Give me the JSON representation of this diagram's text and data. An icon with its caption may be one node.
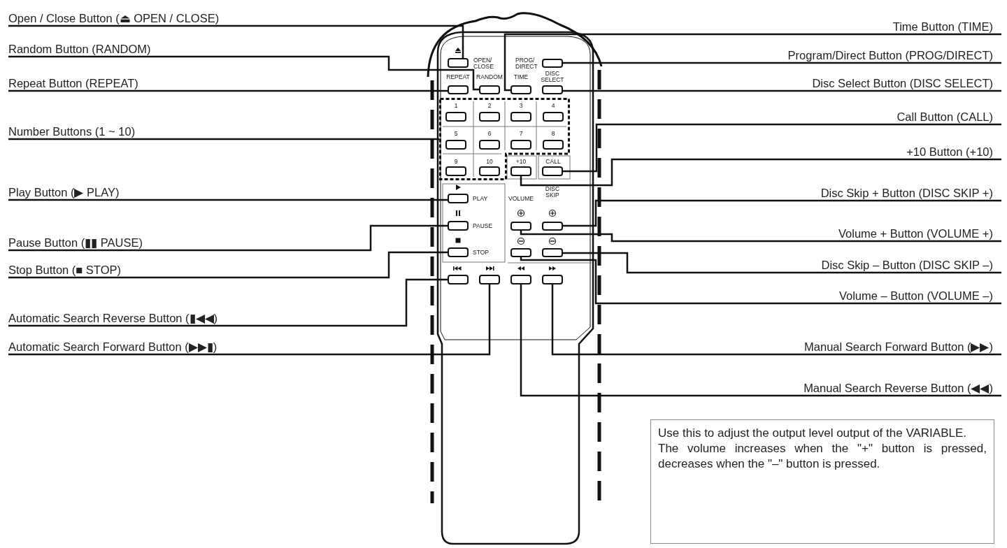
{
  "diagram": {
    "nodes": [
      {
        "text": [
          "Open / Close Button (⏏ OPEN / CLOSE)"
        ]
      },
      {
        "text": [
          "Random Button (RANDOM)"
        ]
      },
      {
        "text": [
          "Repeat Button (REPEAT)"
        ]
      },
      {
        "text": [
          "Number Buttons (1 ~ 10)"
        ]
      },
      {
        "text": [
          "Play Button (▶ PLAY)"
        ]
      },
      {
        "text": [
          "Pause Button (▮▮ PAUSE)"
        ]
      },
      {
        "text": [
          "Stop Button (■ STOP)"
        ]
      },
      {
        "text": [
          "Automatic Search Reverse Button (▮◀◀)"
        ]
      },
      {
        "text": [
          "Automatic Search Forward Button (▶▶▮)"
        ]
      },
      {
        "text": [
          "Time Button (TIME)"
        ]
      },
      {
        "text": [
          "Program/Direct Button (PROG/DIRECT)"
        ]
      },
      {
        "text": [
          "Disc Select Button (DISC SELECT)"
        ]
      },
      {
        "text": [
          "Call Button (CALL)"
        ]
      },
      {
        "text": [
          "+10 Button (+10)"
        ]
      },
      {
        "text": [
          "Disc Skip + Button (DISC SKIP +)"
        ]
      },
      {
        "text": [
          "Volume + Button (VOLUME +)"
        ]
      },
      {
        "text": [
          "Disc Skip – Button (DISC SKIP –)"
        ]
      },
      {
        "text": [
          "Volume – Button (VOLUME –)"
        ]
      },
      {
        "text": [
          "Manual Search Forward Button (▶▶)"
        ]
      },
      {
        "text": [
          "Manual Search Reverse Button (◀◀)"
        ]
      },
      {
        "text": [
          "Use this to adjust the output level output of the VARIABLE.",
          "The volume increases when the \"+\" button is pressed, decreases when the \"–\" button is pressed."
        ]
      },
      {
        "text": [],
        "shape": "box"
      },
      {
        "text": [],
        "shape": "box"
      },
      {
        "text": [],
        "shape": "box"
      },
      {
        "text": [],
        "shape": "box"
      },
      {
        "text": [],
        "shape": "box"
      },
      {
        "text": [],
        "shape": "box"
      },
      {
        "text": [],
        "shape": "box"
      },
      {
        "text": [],
        "shape": "box"
      },
      {
        "text": [],
        "shape": "box"
      },
      {
        "text": [],
        "shape": "box"
      },
      {
        "text": [],
        "shape": "box"
      },
      {
        "text": [],
        "shape": "box"
      },
      {
        "text": [],
        "shape": "box"
      },
      {
        "text": [],
        "shape": "box"
      },
      {
        "text": [],
        "shape": "box"
      },
      {
        "text": [],
        "shape": "box"
      },
      {
        "text": [],
        "shape": "box"
      },
      {
        "text": [],
        "shape": "box"
      },
      {
        "text": [],
        "shape": "box"
      },
      {
        "text": [],
        "shape": "box"
      }
    ],
    "edges": [
      {
        "from": 0,
        "to": 21,
        "arrow": "none"
      },
      {
        "from": 1,
        "to": 24,
        "arrow": "none"
      },
      {
        "from": 2,
        "to": 23,
        "arrow": "none"
      },
      {
        "from": 3,
        "to": 27,
        "arrow": "none"
      },
      {
        "from": 4,
        "to": 30,
        "arrow": "none"
      },
      {
        "from": 5,
        "to": 31,
        "arrow": "none"
      },
      {
        "from": 6,
        "to": 32,
        "arrow": "none"
      },
      {
        "from": 7,
        "to": 37,
        "arrow": "none"
      },
      {
        "from": 8,
        "to": 38,
        "arrow": "none"
      },
      {
        "from": 9,
        "to": 25,
        "arrow": "none"
      },
      {
        "from": 10,
        "to": 22,
        "arrow": "none"
      },
      {
        "from": 11,
        "to": 26,
        "arrow": "none"
      },
      {
        "from": 12,
        "to": 28,
        "arrow": "none"
      },
      {
        "from": 13,
        "to": 29,
        "arrow": "none"
      },
      {
        "from": 14,
        "to": 34,
        "arrow": "none"
      },
      {
        "from": 15,
        "to": 33,
        "arrow": "none"
      },
      {
        "from": 16,
        "to": 36,
        "arrow": "none"
      },
      {
        "from": 17,
        "to": 35,
        "arrow": "none"
      },
      {
        "from": 18,
        "to": 40,
        "arrow": "none"
      },
      {
        "from": 19,
        "to": 39,
        "arrow": "none"
      }
    ],
    "labels": [
      "OPEN/ CLOSE",
      "PROG/ DIRECT",
      "REPEAT",
      "RANDOM",
      "TIME",
      "DISC SELECT",
      "1",
      "2",
      "3",
      "4",
      "5",
      "6",
      "7",
      "8",
      "9",
      "10",
      "+10",
      "CALL",
      "PLAY",
      "VOLUME",
      "DISC SKIP",
      "PAUSE",
      "STOP"
    ]
  }
}
